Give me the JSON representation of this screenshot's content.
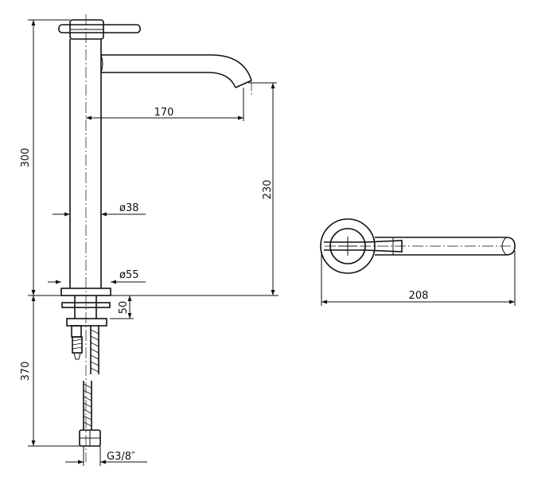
{
  "dimensions": {
    "total_height": "300",
    "spout_reach": "170",
    "spout_height": "230",
    "body_diameter": "ø38",
    "base_diameter": "ø55",
    "max_deck_thickness": "50",
    "hose_length": "370",
    "connection_thread": "G3/8″",
    "top_view_length": "208"
  },
  "colors": {
    "line": "#111111",
    "background": "#ffffff"
  }
}
